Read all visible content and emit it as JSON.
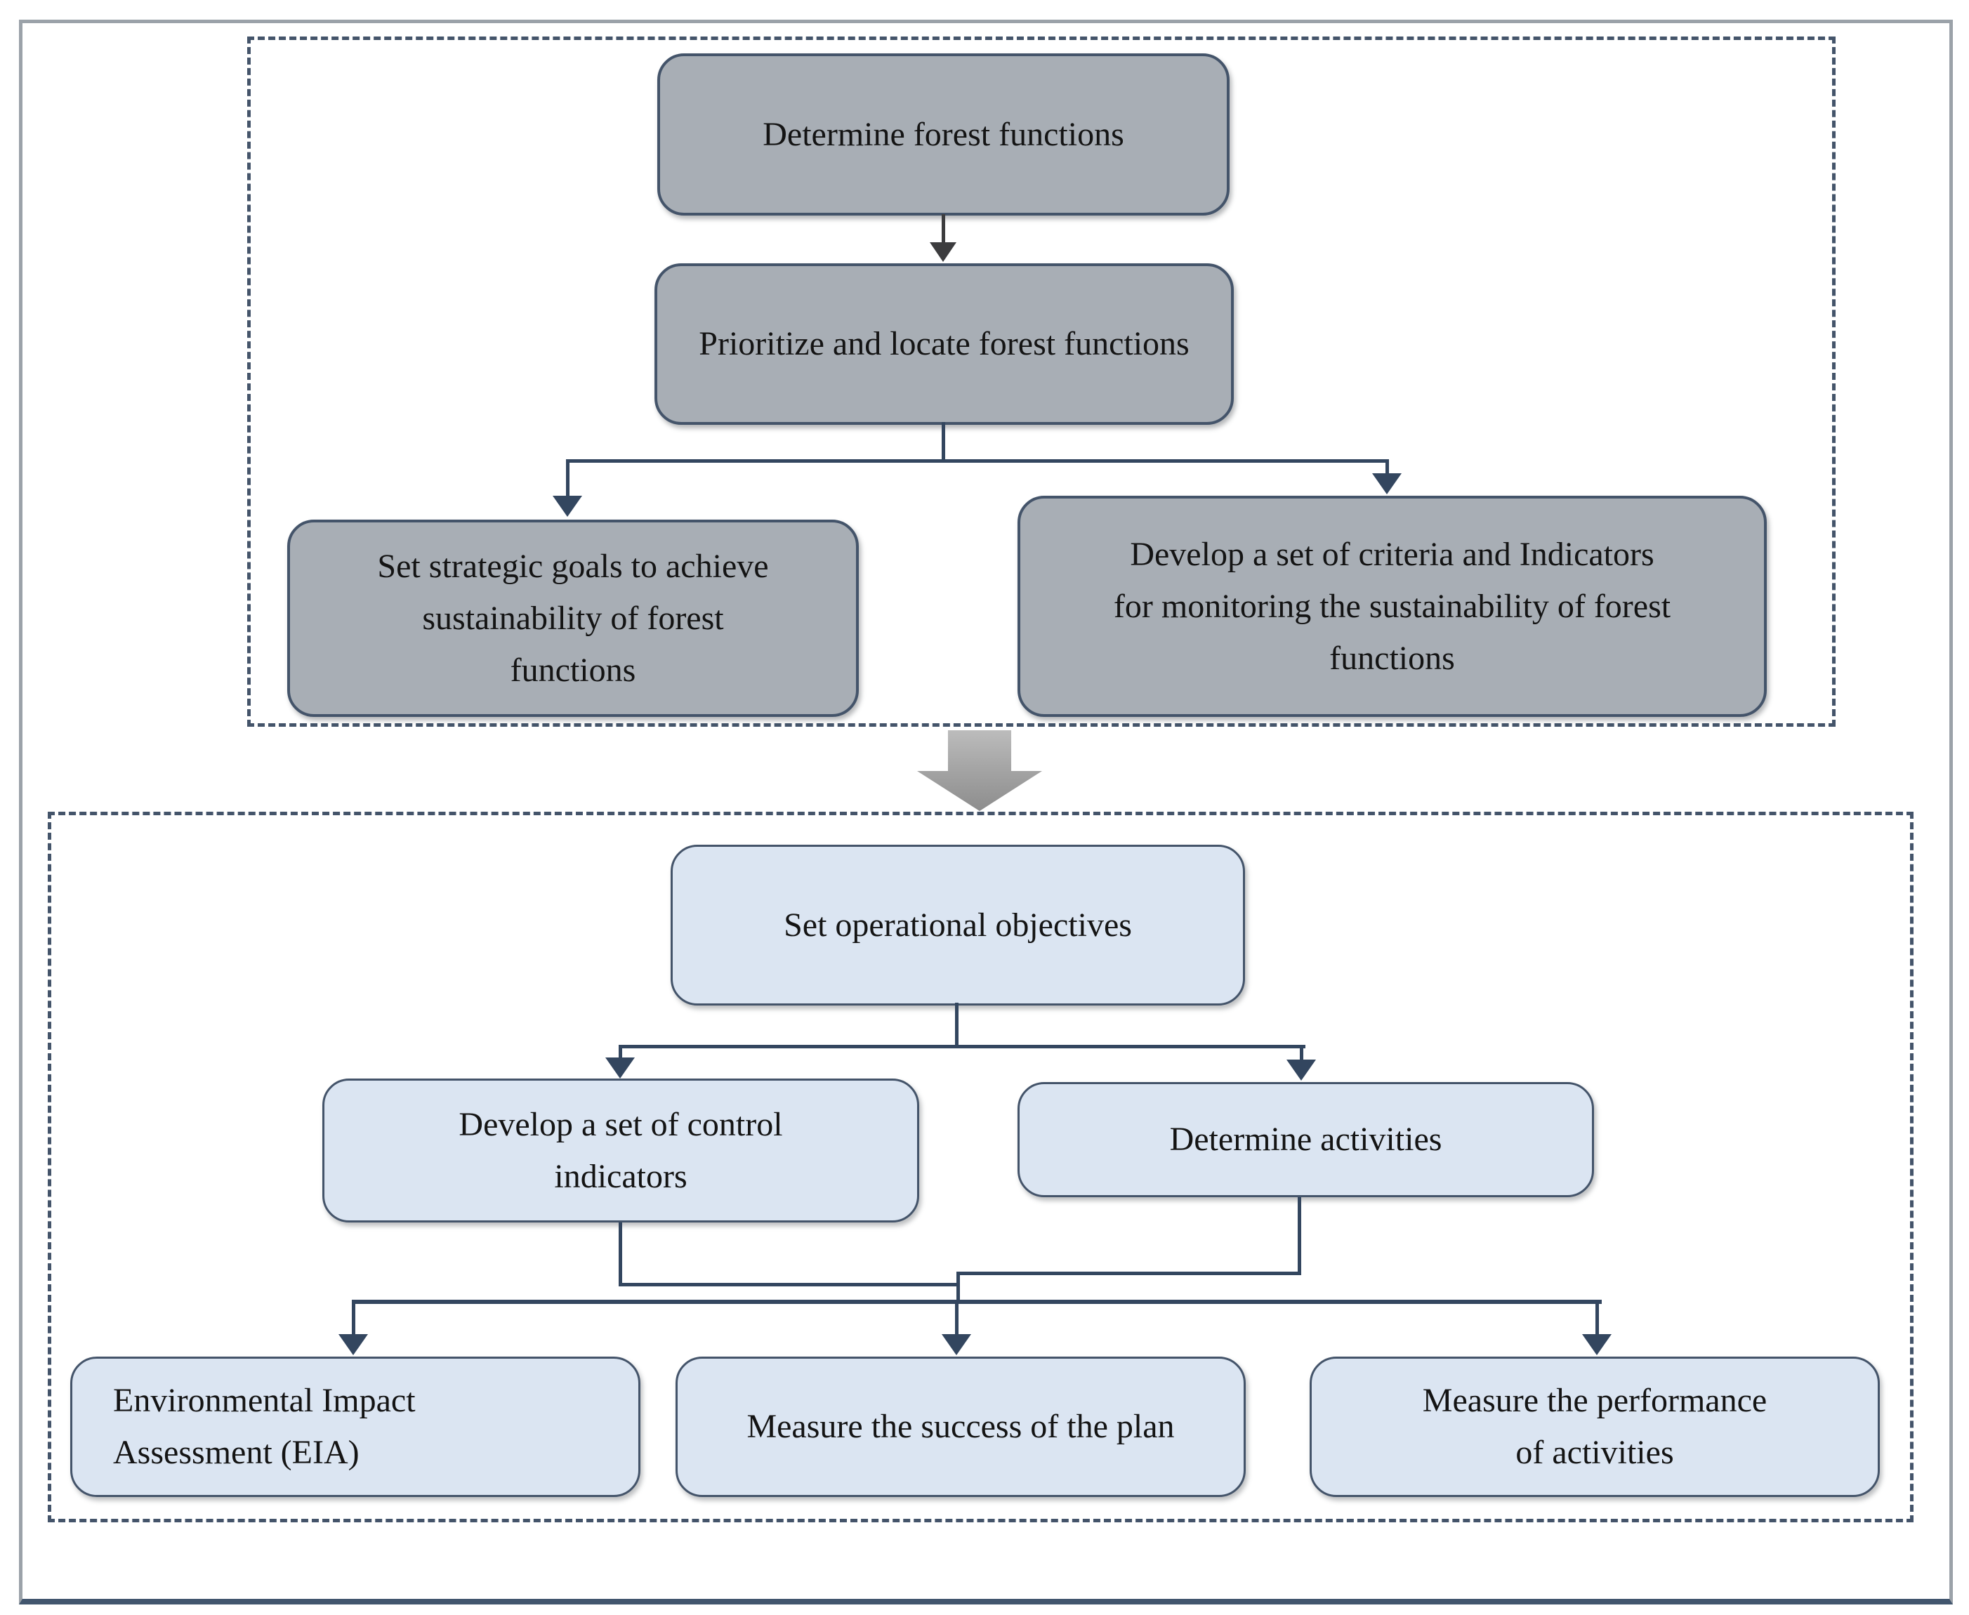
{
  "nodes": {
    "determine": {
      "label": "Determine forest functions"
    },
    "prioritize": {
      "label": "Prioritize and locate forest functions"
    },
    "strategic_goals": {
      "label": "Set strategic goals to achieve sustainability of forest functions"
    },
    "criteria_indicators": {
      "label": "Develop a set of criteria and Indicators for monitoring the sustainability of forest functions"
    },
    "operational_objectives": {
      "label": "Set operational objectives"
    },
    "control_indicators": {
      "label": "Develop a set of control indicators"
    },
    "determine_activities": {
      "label": "Determine activities"
    },
    "eia": {
      "label": "Environmental Impact Assessment (EIA)"
    },
    "measure_success": {
      "label": "Measure the success of the plan"
    },
    "measure_performance": {
      "label": "Measure the performance of activities"
    }
  },
  "colors": {
    "gray_node_fill": "#A8AEB5",
    "blue_node_fill": "#DBE5F2",
    "node_border": "#44546A",
    "connector": "#33465F",
    "dashed_frame": "#44546A",
    "block_arrow": "#A6A6A6",
    "outer_frame": "#9BA2A9",
    "outer_frame_bottom": "#42566E"
  }
}
